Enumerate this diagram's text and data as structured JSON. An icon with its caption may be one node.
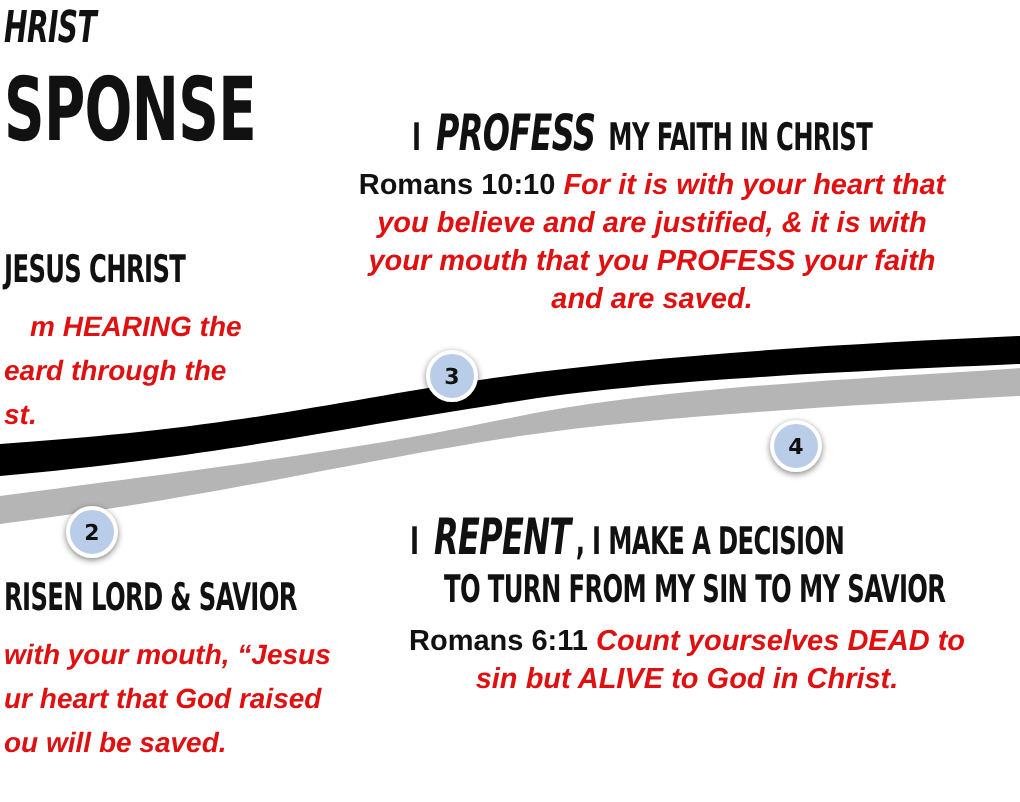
{
  "diagram": {
    "nodes": [
      {
        "text": [
          "2"
        ]
      },
      {
        "text": [
          "3"
        ]
      },
      {
        "text": [
          "4"
        ]
      }
    ],
    "labels": [
      "HRIST",
      "SPONSE",
      "I *PROFESS* MY FAITH IN CHRIST",
      "Romans 10:10 *For it is with your heart that you believe and are justified, & it is with your mouth that you PROFESS your faith and are saved.*",
      "JESUS CHRIST",
      "m HEARING the eard through the st.",
      "I *REPENT*, I MAKE A DECISION",
      "RISEN LORD & SAVIOR",
      "TO TURN FROM MY SIN TO MY SAVIOR",
      "Romans 6:11 *Count yourselves DEAD to sin but ALIVE to God in Christ.*",
      "with your mouth, “Jesus ur heart that God raised ou will be saved."
    ]
  }
}
